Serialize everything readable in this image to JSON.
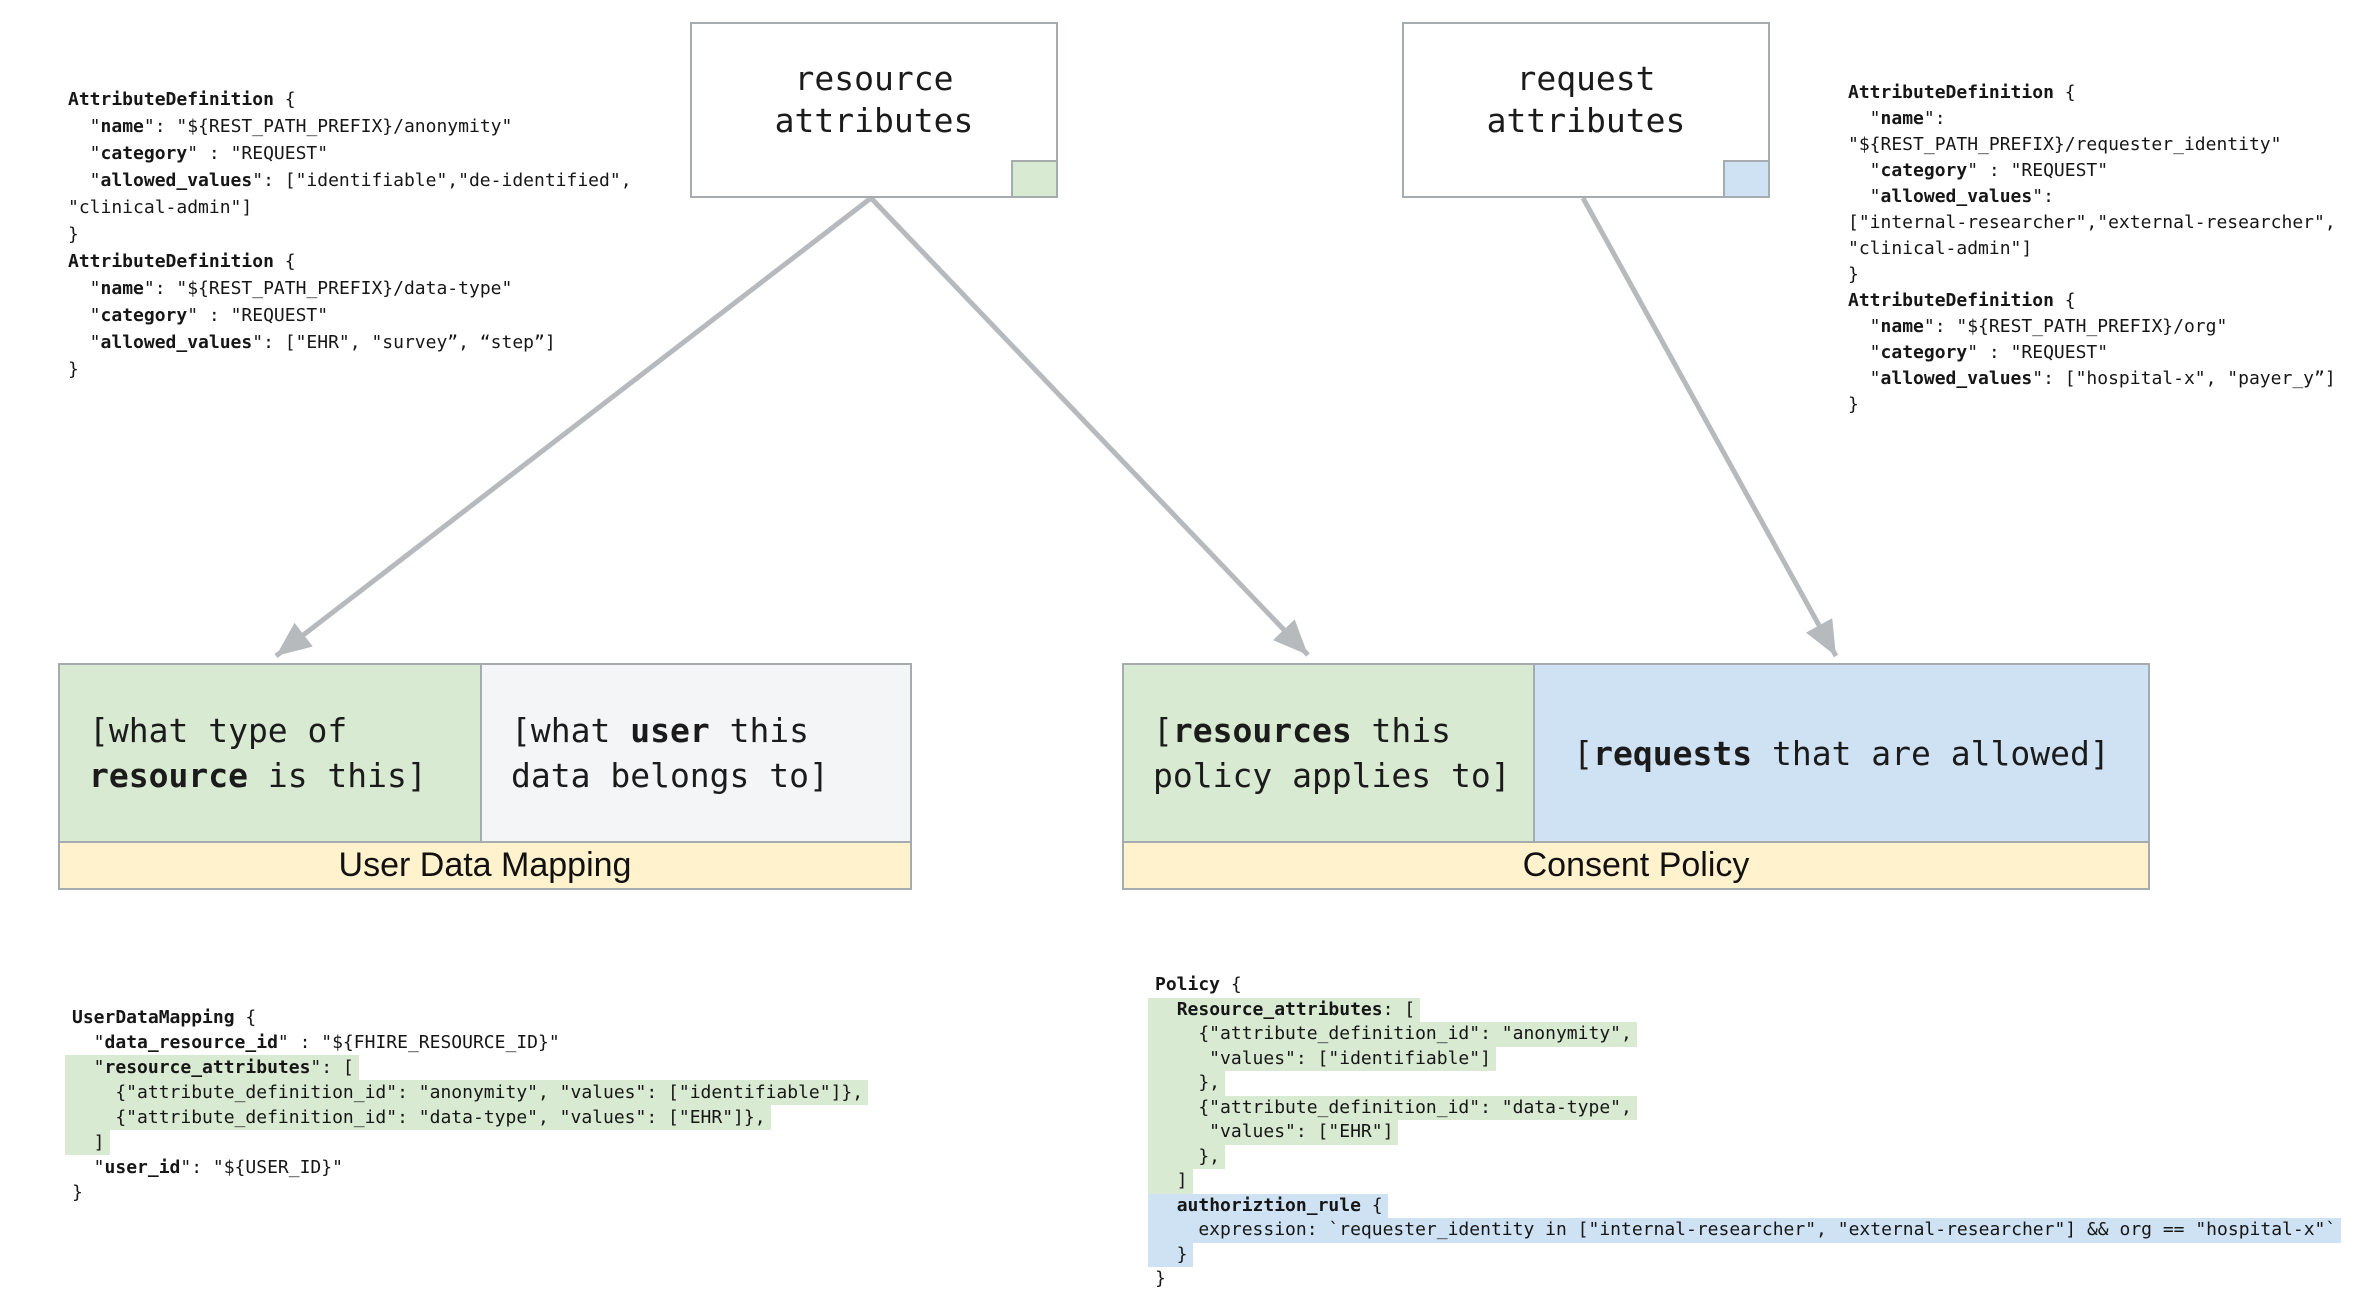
{
  "colors": {
    "green": "#d9ead3",
    "blue": "#cfe2f3",
    "yellow": "#fff2cc",
    "light": "#f4f5f7",
    "border": "#a6abaf",
    "arrow": "#b6babd"
  },
  "nodes": {
    "resource_attributes": {
      "lines": [
        {
          "t": "resource"
        },
        {
          "t": "attributes"
        }
      ]
    },
    "request_attributes": {
      "lines": [
        {
          "t": "request"
        },
        {
          "t": "attributes"
        }
      ]
    }
  },
  "mapping_box": {
    "resource_cell": {
      "lines": [
        {
          "t": "[what type of"
        },
        {
          "t": "**resource** is this]"
        }
      ]
    },
    "user_cell": {
      "lines": [
        {
          "t": "[what **user** this"
        },
        {
          "t": "data belongs to]"
        }
      ]
    },
    "label": "User Data Mapping"
  },
  "policy_box": {
    "resources_cell": {
      "lines": [
        {
          "t": "[**resources** this"
        },
        {
          "t": "policy applies to]"
        }
      ]
    },
    "requests_cell": {
      "lines": [
        {
          "t": "[**requests** that are allowed]"
        }
      ]
    },
    "label": "Consent Policy"
  },
  "code_blocks": {
    "attr_defs_left": {
      "lines": [
        {
          "t": "**AttributeDefinition** {"
        },
        {
          "t": "  \"**name**\": \"${REST_PATH_PREFIX}/anonymity\""
        },
        {
          "t": "  \"**category**\" : \"REQUEST\""
        },
        {
          "t": "  \"**allowed_values**\": [\"identifiable\",\"de-identified\","
        },
        {
          "t": "\"clinical-admin\"]"
        },
        {
          "t": "}"
        },
        {
          "t": "**AttributeDefinition** {"
        },
        {
          "t": "  \"**name**\": \"${REST_PATH_PREFIX}/data-type\""
        },
        {
          "t": "  \"**category**\" : \"REQUEST\""
        },
        {
          "t": "  \"**allowed_values**\": [\"EHR\", \"survey”, “step”]"
        },
        {
          "t": "}"
        }
      ]
    },
    "attr_defs_right": {
      "lines": [
        {
          "t": "**AttributeDefinition** {"
        },
        {
          "t": "  \"**name**\":"
        },
        {
          "t": "\"${REST_PATH_PREFIX}/requester_identity\""
        },
        {
          "t": "  \"**category**\" : \"REQUEST\""
        },
        {
          "t": "  \"**allowed_values**\":"
        },
        {
          "t": "[\"internal-researcher\",\"external-researcher\","
        },
        {
          "t": "\"clinical-admin\"]"
        },
        {
          "t": "}"
        },
        {
          "t": "**AttributeDefinition** {"
        },
        {
          "t": "  \"**name**\": \"${REST_PATH_PREFIX}/org\""
        },
        {
          "t": "  \"**category**\" : \"REQUEST\""
        },
        {
          "t": "  \"**allowed_values**\": [\"hospital-x\", \"payer_y”]"
        },
        {
          "t": "}"
        }
      ]
    },
    "user_data_mapping": {
      "lines": [
        {
          "t": "**UserDataMapping** {"
        },
        {
          "t": "  \"**data_resource_id**\" : \"${FHIRE_RESOURCE_ID}\""
        },
        {
          "t": "  \"**resource_attributes**\": [",
          "h": "green"
        },
        {
          "t": "    {\"attribute_definition_id\": \"anonymity\", \"values\": [\"identifiable\"]},",
          "h": "green"
        },
        {
          "t": "    {\"attribute_definition_id\": \"data-type\", \"values\": [\"EHR\"]},",
          "h": "green"
        },
        {
          "t": "  ]",
          "h": "green"
        },
        {
          "t": "  \"**user_id**\": \"${USER_ID}\""
        },
        {
          "t": "}"
        }
      ]
    },
    "policy": {
      "lines": [
        {
          "t": "**Policy** {"
        },
        {
          "t": "  **Resource_attributes**: [",
          "h": "green"
        },
        {
          "t": "    {\"attribute_definition_id\": \"anonymity\",",
          "h": "green"
        },
        {
          "t": "     \"values\": [\"identifiable\"]",
          "h": "green"
        },
        {
          "t": "    },",
          "h": "green"
        },
        {
          "t": "    {\"attribute_definition_id\": \"data-type\",",
          "h": "green"
        },
        {
          "t": "     \"values\": [\"EHR\"]",
          "h": "green"
        },
        {
          "t": "    },",
          "h": "green"
        },
        {
          "t": "  ]",
          "h": "green"
        },
        {
          "t": "  **authoriztion_rule** {",
          "h": "blue"
        },
        {
          "t": "    expression: `requester_identity in [\"internal-researcher\", \"external-researcher\"] && org == \"hospital-x\"`",
          "h": "blue"
        },
        {
          "t": "  }",
          "h": "blue"
        },
        {
          "t": "}"
        }
      ]
    }
  }
}
